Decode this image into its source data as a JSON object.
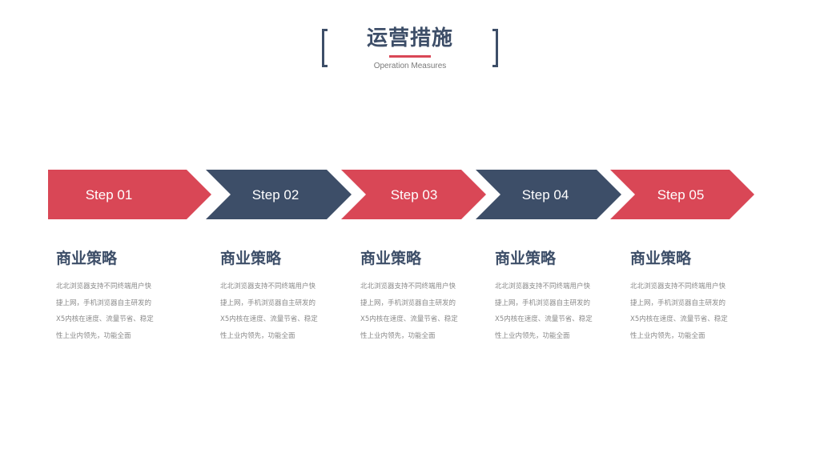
{
  "header": {
    "title": "运营措施",
    "subtitle": "Operation Measures"
  },
  "colors": {
    "red": "#d94756",
    "navy": "#3d4e68"
  },
  "steps": [
    {
      "label": "Step 01",
      "title": "商业策略",
      "lines": [
        "北北浏览器支持不同终端用户快",
        "捷上网，手机浏览器自主研发的",
        "X5内核在速度、流量节省、稳定",
        "性上业内领先，功能全面"
      ]
    },
    {
      "label": "Step 02",
      "title": "商业策略",
      "lines": [
        "北北浏览器支持不同终端用户快",
        "捷上网，手机浏览器自主研发的",
        "X5内核在速度、流量节省、稳定",
        "性上业内领先，功能全面"
      ]
    },
    {
      "label": "Step 03",
      "title": "商业策略",
      "lines": [
        "北北浏览器支持不同终端用户快",
        "捷上网，手机浏览器自主研发的",
        "X5内核在速度、流量节省、稳定",
        "性上业内领先，功能全面"
      ]
    },
    {
      "label": "Step 04",
      "title": "商业策略",
      "lines": [
        "北北浏览器支持不同终端用户快",
        "捷上网，手机浏览器自主研发的",
        "X5内核在速度、流量节省、稳定",
        "性上业内领先，功能全面"
      ]
    },
    {
      "label": "Step 05",
      "title": "商业策略",
      "lines": [
        "北北浏览器支持不同终端用户快",
        "捷上网，手机浏览器自主研发的",
        "X5内核在速度、流量节省、稳定",
        "性上业内领先，功能全面"
      ]
    }
  ]
}
